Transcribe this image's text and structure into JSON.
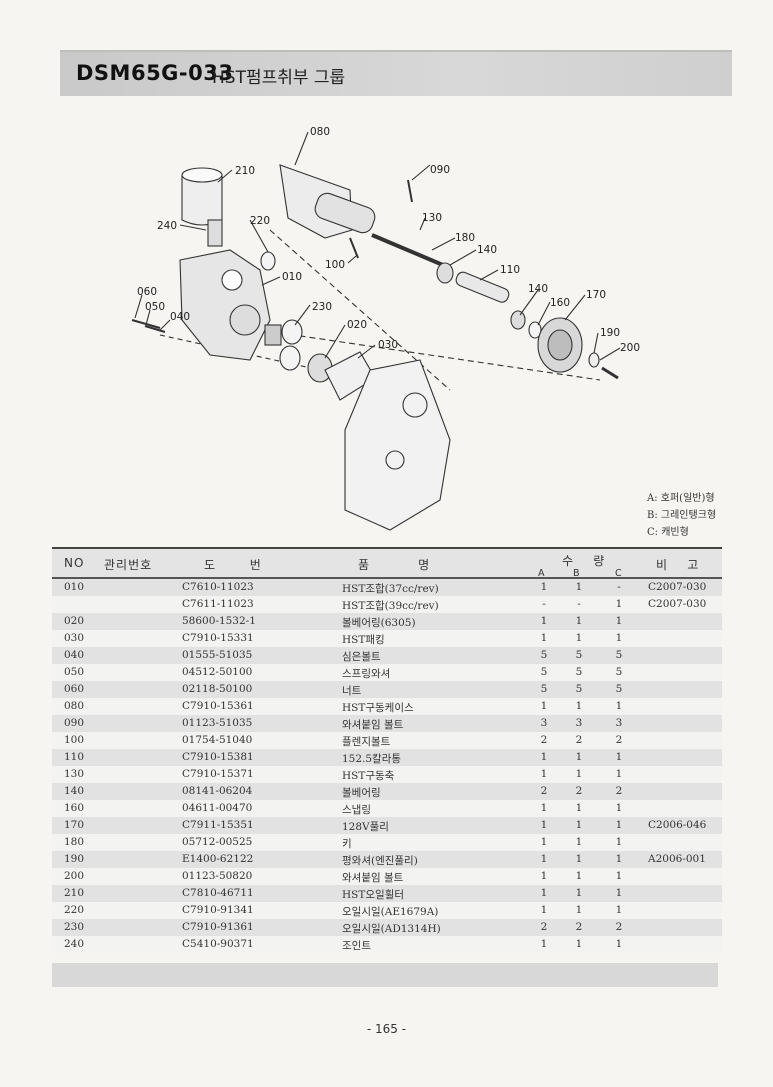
{
  "header": {
    "code": "DSM65G-033",
    "title": "HST펌프취부 그룹"
  },
  "legend": [
    "A: 호퍼(일반)형",
    "B: 그레인탱크형",
    "C: 캐빈형"
  ],
  "columns": {
    "no": "NO",
    "mgmt": "관리번호",
    "part": "도       번",
    "name": "품          명",
    "qty": "수    량",
    "qa": "A",
    "qb": "B",
    "qc": "C",
    "note": "비    고"
  },
  "rows": [
    {
      "no": "010",
      "part": "C7610-11023",
      "name": "HST조합(37cc/rev)",
      "a": "1",
      "b": "1",
      "c": "-",
      "note": "C2007-030"
    },
    {
      "no": "",
      "part": "C7611-11023",
      "name": "HST조합(39cc/rev)",
      "a": "-",
      "b": "-",
      "c": "1",
      "note": "C2007-030"
    },
    {
      "no": "020",
      "part": "58600-1532-1",
      "name": "볼베어링(6305)",
      "a": "1",
      "b": "1",
      "c": "1",
      "note": ""
    },
    {
      "no": "030",
      "part": "C7910-15331",
      "name": "HST패킹",
      "a": "1",
      "b": "1",
      "c": "1",
      "note": ""
    },
    {
      "no": "040",
      "part": "01555-51035",
      "name": "심은볼트",
      "a": "5",
      "b": "5",
      "c": "5",
      "note": ""
    },
    {
      "no": "050",
      "part": "04512-50100",
      "name": "스프링와셔",
      "a": "5",
      "b": "5",
      "c": "5",
      "note": ""
    },
    {
      "no": "060",
      "part": "02118-50100",
      "name": "너트",
      "a": "5",
      "b": "5",
      "c": "5",
      "note": ""
    },
    {
      "no": "080",
      "part": "C7910-15361",
      "name": "HST구동케이스",
      "a": "1",
      "b": "1",
      "c": "1",
      "note": ""
    },
    {
      "no": "090",
      "part": "01123-51035",
      "name": "와셔붙임 볼트",
      "a": "3",
      "b": "3",
      "c": "3",
      "note": ""
    },
    {
      "no": "100",
      "part": "01754-51040",
      "name": "플렌지볼트",
      "a": "2",
      "b": "2",
      "c": "2",
      "note": ""
    },
    {
      "no": "110",
      "part": "C7910-15381",
      "name": "152.5칼라통",
      "a": "1",
      "b": "1",
      "c": "1",
      "note": ""
    },
    {
      "no": "130",
      "part": "C7910-15371",
      "name": "HST구동축",
      "a": "1",
      "b": "1",
      "c": "1",
      "note": ""
    },
    {
      "no": "140",
      "part": "08141-06204",
      "name": "볼베어링",
      "a": "2",
      "b": "2",
      "c": "2",
      "note": ""
    },
    {
      "no": "160",
      "part": "04611-00470",
      "name": "스냅링",
      "a": "1",
      "b": "1",
      "c": "1",
      "note": ""
    },
    {
      "no": "170",
      "part": "C7911-15351",
      "name": "128V풀리",
      "a": "1",
      "b": "1",
      "c": "1",
      "note": "C2006-046"
    },
    {
      "no": "180",
      "part": "05712-00525",
      "name": "키",
      "a": "1",
      "b": "1",
      "c": "1",
      "note": ""
    },
    {
      "no": "190",
      "part": "E1400-62122",
      "name": "평와셔(엔진풀리)",
      "a": "1",
      "b": "1",
      "c": "1",
      "note": "A2006-001"
    },
    {
      "no": "200",
      "part": "01123-50820",
      "name": "와셔붙임 볼트",
      "a": "1",
      "b": "1",
      "c": "1",
      "note": ""
    },
    {
      "no": "210",
      "part": "C7810-46711",
      "name": "HST오일휠터",
      "a": "1",
      "b": "1",
      "c": "1",
      "note": ""
    },
    {
      "no": "220",
      "part": "C7910-91341",
      "name": "오일시일(AE1679A)",
      "a": "1",
      "b": "1",
      "c": "1",
      "note": ""
    },
    {
      "no": "230",
      "part": "C7910-91361",
      "name": "오일시일(AD1314H)",
      "a": "2",
      "b": "2",
      "c": "2",
      "note": ""
    },
    {
      "no": "240",
      "part": "C5410-90371",
      "name": "조인트",
      "a": "1",
      "b": "1",
      "c": "1",
      "note": ""
    }
  ],
  "callouts": [
    "080",
    "090",
    "210",
    "220",
    "130",
    "180",
    "240",
    "140",
    "100",
    "110",
    "010",
    "060",
    "050",
    "040",
    "230",
    "140",
    "160",
    "170",
    "020",
    "030",
    "190",
    "200"
  ],
  "page_number": "- 165 -"
}
